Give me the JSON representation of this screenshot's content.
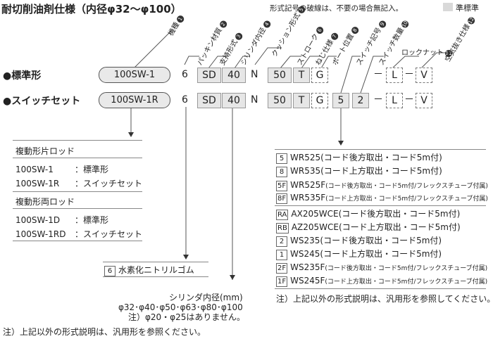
{
  "title": "耐切削油剤仕様（内径φ32～φ100）",
  "top_note": "形式記号の破線は、不要の場合無記入。",
  "legend_label": "準標準",
  "rows": [
    {
      "bullet": "●",
      "label": "標準形",
      "model": "100SW-1",
      "codes": [
        "6",
        "SD",
        "40",
        "N",
        "50",
        "T",
        "G",
        "",
        "",
        "L",
        "V"
      ]
    },
    {
      "bullet": "●",
      "label": "スイッチセット",
      "model": "100SW-1R",
      "codes": [
        "6",
        "SD",
        "40",
        "N",
        "50",
        "T",
        "G",
        "5",
        "2",
        "L",
        "V"
      ]
    }
  ],
  "dash": "－",
  "column_labels": [
    {
      "text": "機種",
      "n": "1"
    },
    {
      "text": "パッキン材質",
      "n": "2"
    },
    {
      "text": "支持形式",
      "n": "3"
    },
    {
      "text": "シリンダ内径",
      "n": "4"
    },
    {
      "text": "クッション形式",
      "n": "5"
    },
    {
      "text": "ストローク",
      "n": "6"
    },
    {
      "text": "ねじ仕様",
      "n": "7"
    },
    {
      "text": "ポート位置",
      "n": "8"
    },
    {
      "text": "スイッチ記号",
      "n": "9"
    },
    {
      "text": "スイッチ数量",
      "n": "10"
    },
    {
      "text": "ロックナット",
      "n": "11"
    },
    {
      "text": "空気抜き仕様",
      "n": "12"
    }
  ],
  "model_list": {
    "group1_title": "複動形片ロッド",
    "group1": [
      {
        "code": "100SW-1",
        "desc": "：標準形"
      },
      {
        "code": "100SW-1R",
        "desc": "：スイッチセット"
      }
    ],
    "group2_title": "複動形両ロッド",
    "group2": [
      {
        "code": "100SW-1D",
        "desc": "：標準形"
      },
      {
        "code": "100SW-1RD",
        "desc": "：スイッチセット"
      }
    ]
  },
  "packing": {
    "code": "6",
    "text": "水素化ニトリルゴム"
  },
  "bore": {
    "title": "シリンダ内径(mm)",
    "values": "φ32･φ40･φ50･φ63･φ80･φ100",
    "note": "注）φ20・φ25はありません。"
  },
  "switches": [
    {
      "code": "5",
      "name": "WR525",
      "desc": "(コード後方取出・コード5m付)"
    },
    {
      "code": "8",
      "name": "WR535",
      "desc": "(コード上方取出・コード5m付)"
    },
    {
      "code": "5F",
      "name": "WR525F",
      "desc": "(コード後方取出・コード5m付/フレックスチューブ付属)"
    },
    {
      "code": "8F",
      "name": "WR535F",
      "desc": "(コード上方取出・コード5m付/フレックスチューブ付属)"
    },
    {
      "code": "RA",
      "name": "AX205WCE",
      "desc": "(コード後方取出・コード5m付)"
    },
    {
      "code": "RB",
      "name": "AZ205WCE",
      "desc": "(コード上方取出・コード5m付)"
    },
    {
      "code": "2",
      "name": "WS235",
      "desc": "(コード後方取出・コード5m付)"
    },
    {
      "code": "1",
      "name": "WS245",
      "desc": "(コード上方取出・コード5m付)"
    },
    {
      "code": "2F",
      "name": "WS235F",
      "desc": "(コード後方取出・コード5m付/フレックスチューブ付属)"
    },
    {
      "code": "1F",
      "name": "WS245F",
      "desc": "(コード上方取出・コード5m付/フレックスチューブ付属)"
    }
  ],
  "switch_note": "注）上記以外の形式説明は、汎用形を参照してください。",
  "footer_note": "注）上記以外の形式説明は、汎用形を参照ください。"
}
